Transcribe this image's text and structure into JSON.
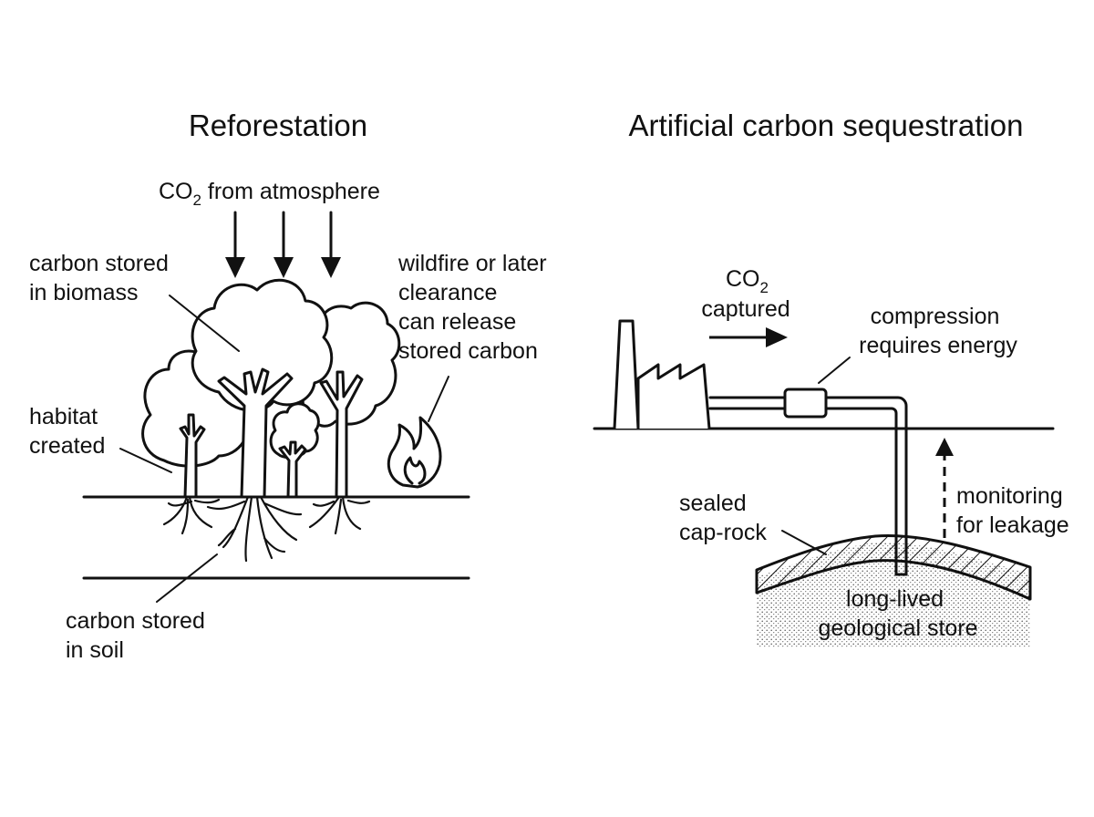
{
  "left": {
    "title": "Reforestation",
    "co2_prefix": "CO",
    "co2_sub": "2",
    "co2_suffix": " from atmosphere",
    "biomass": [
      "carbon stored",
      "in biomass"
    ],
    "wildfire": [
      "wildfire or later",
      "clearance",
      "can release",
      "stored carbon"
    ],
    "habitat": [
      "habitat",
      "created"
    ],
    "soil": [
      "carbon stored",
      "in soil"
    ]
  },
  "right": {
    "title": "Artificial carbon sequestration",
    "co2_prefix": "CO",
    "co2_sub": "2",
    "captured": "captured",
    "compression": [
      "compression",
      "requires energy"
    ],
    "caprock": [
      "sealed",
      "cap-rock"
    ],
    "monitoring": [
      "monitoring",
      "for leakage"
    ],
    "store": [
      "long-lived",
      "geological store"
    ]
  }
}
